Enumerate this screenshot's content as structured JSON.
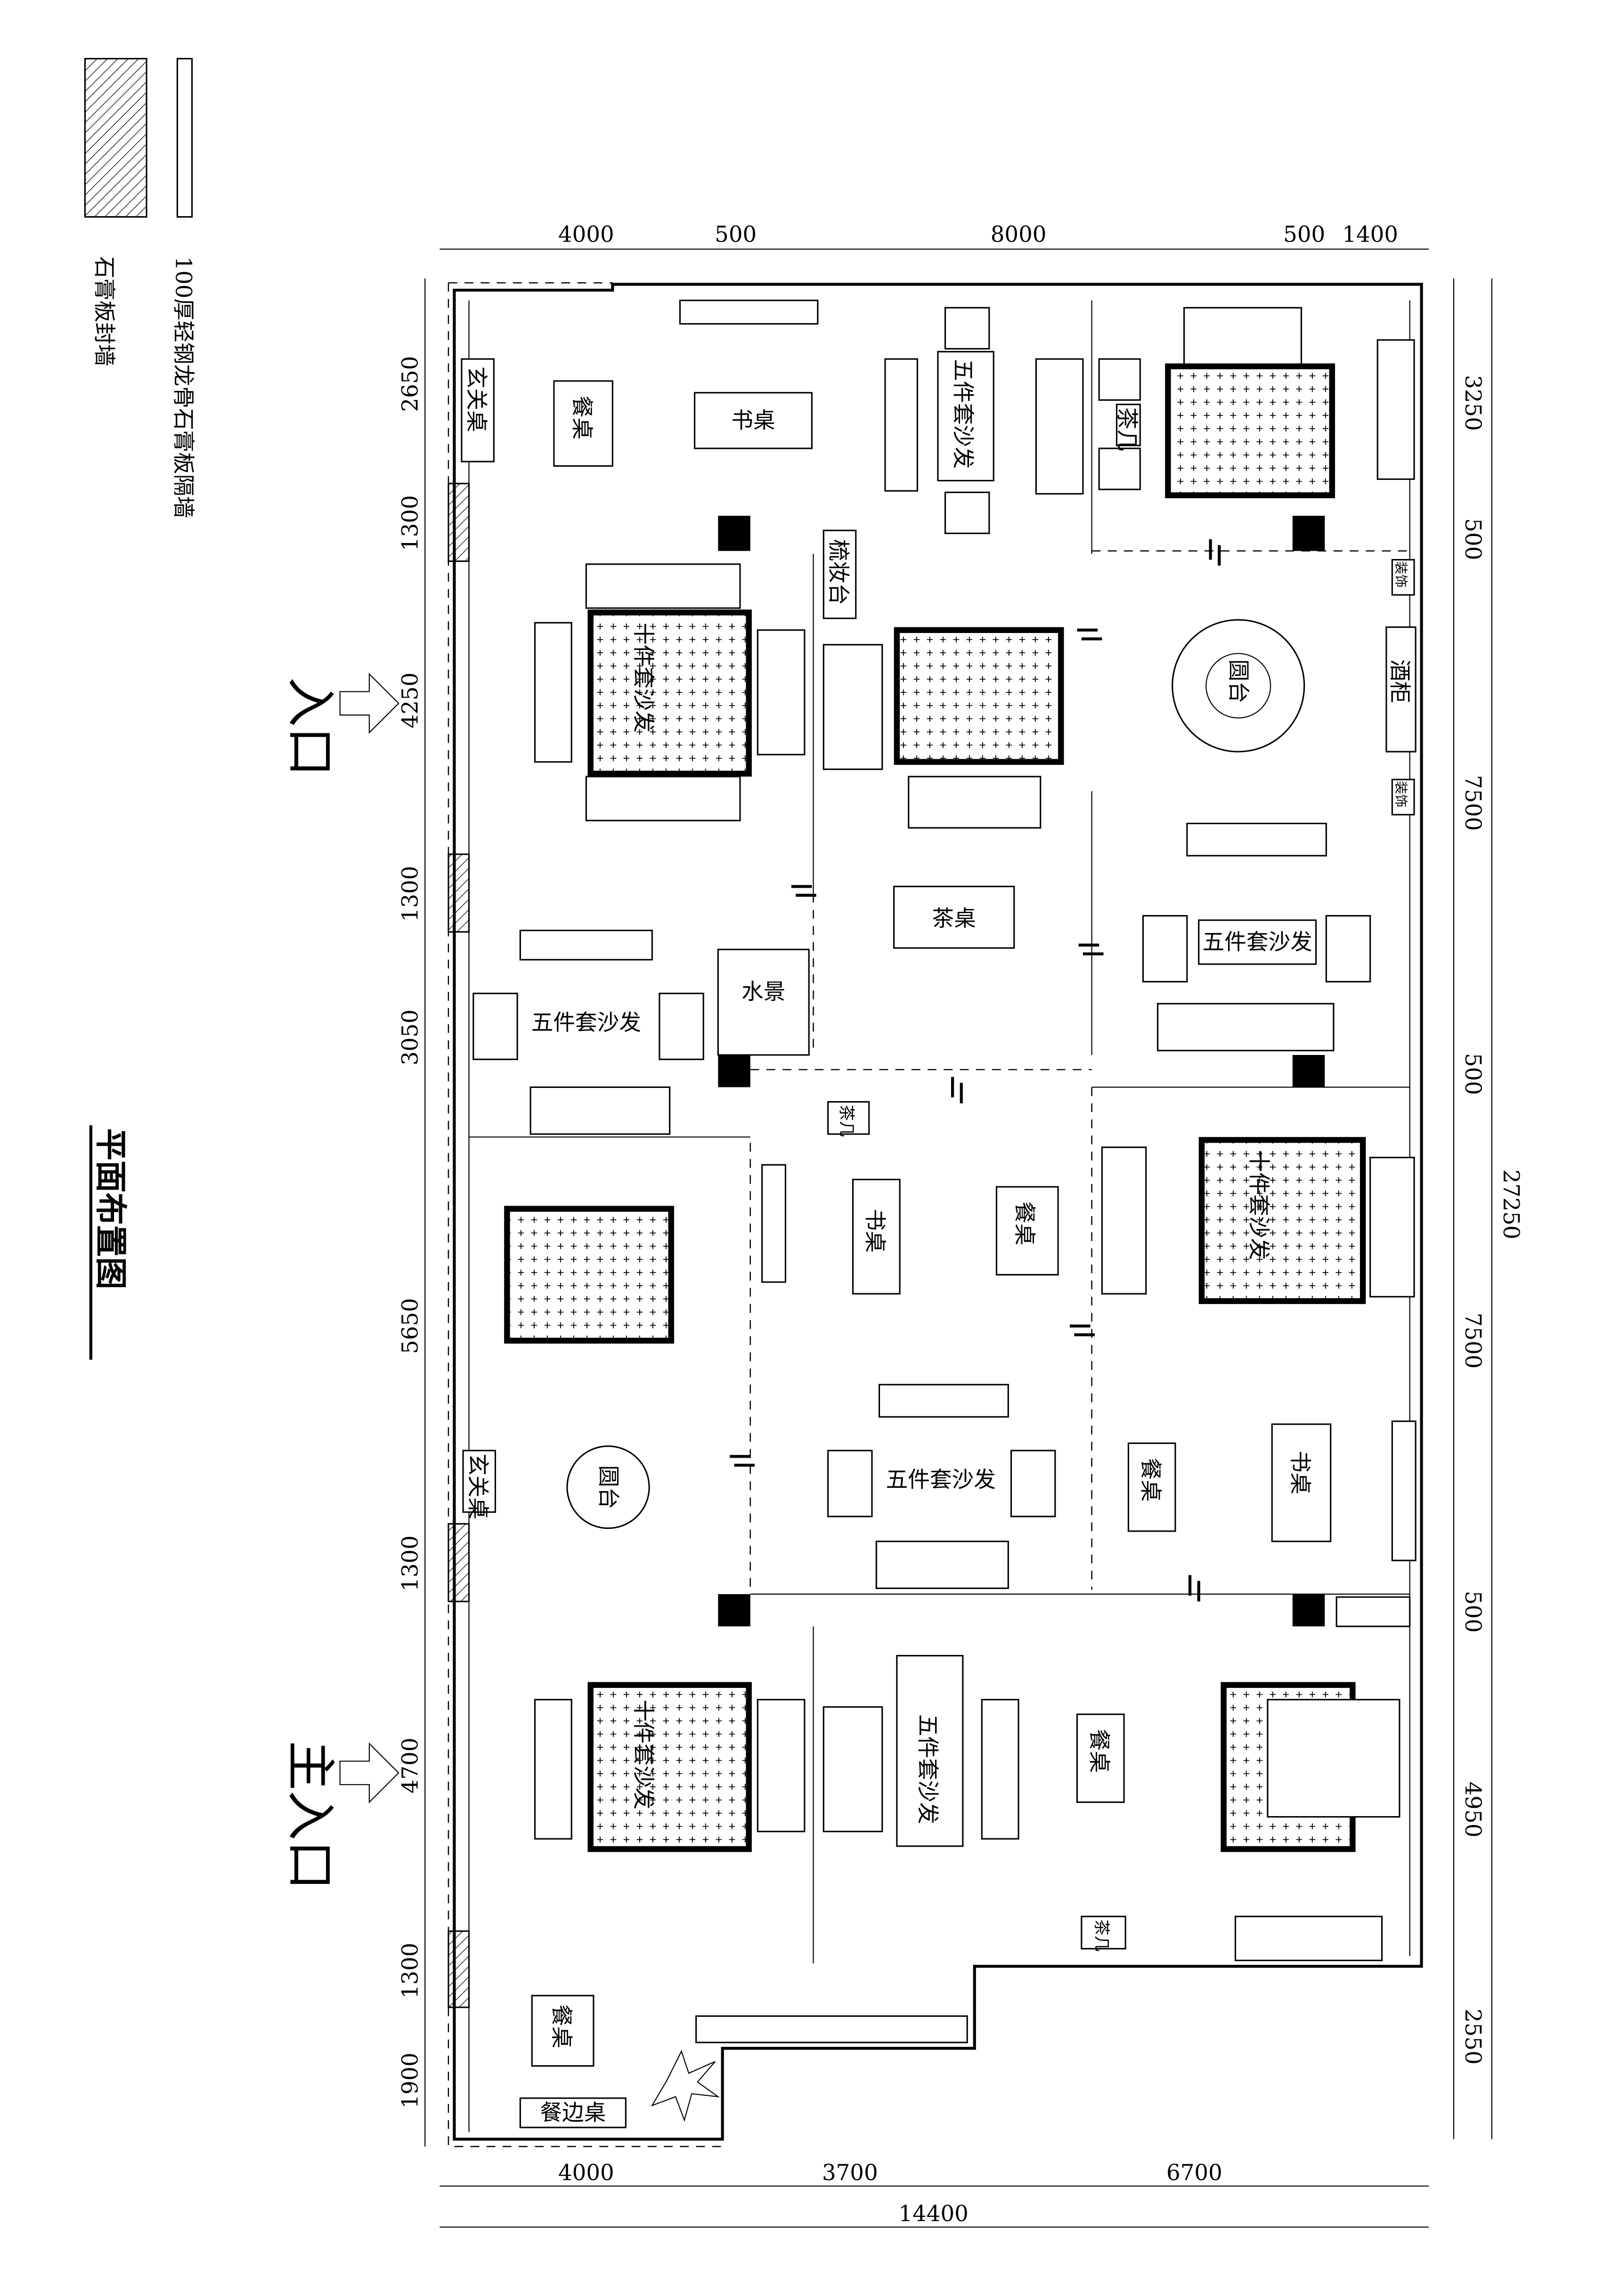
{
  "title": "平面布置图",
  "legend": {
    "partition_wall": "100厚轻钢龙骨石膏板隔墙",
    "sealed_wall": "石膏板封墙"
  },
  "entrances": {
    "entrance": "入口",
    "main_entrance": "主入口"
  },
  "dimensions": {
    "top": [
      "4000",
      "500",
      "8000",
      "500",
      "1400"
    ],
    "bottom": [
      "4000",
      "3700",
      "6700"
    ],
    "bottom_total": "14400",
    "left": [
      "2650",
      "1300",
      "4250",
      "1300",
      "3050",
      "5650",
      "1300",
      "4700",
      "1300",
      "1900"
    ],
    "right": [
      "3250",
      "500",
      "7500",
      "500",
      "7500",
      "500",
      "4950",
      "2550"
    ],
    "right_total": "27250"
  },
  "furniture": {
    "foyer_table": "玄关桌",
    "dining_table": "餐桌",
    "desk": "书桌",
    "five_piece_sofa": "五件套沙发",
    "ten_piece_sofa": "十件套沙发",
    "tea_table": "茶桌",
    "side_table": "茶几",
    "dresser": "梳妆台",
    "round_table": "圆台",
    "wine_cabinet": "酒柜",
    "decoration": "装饰",
    "water_feature": "水景",
    "sideboard": "餐边桌"
  }
}
